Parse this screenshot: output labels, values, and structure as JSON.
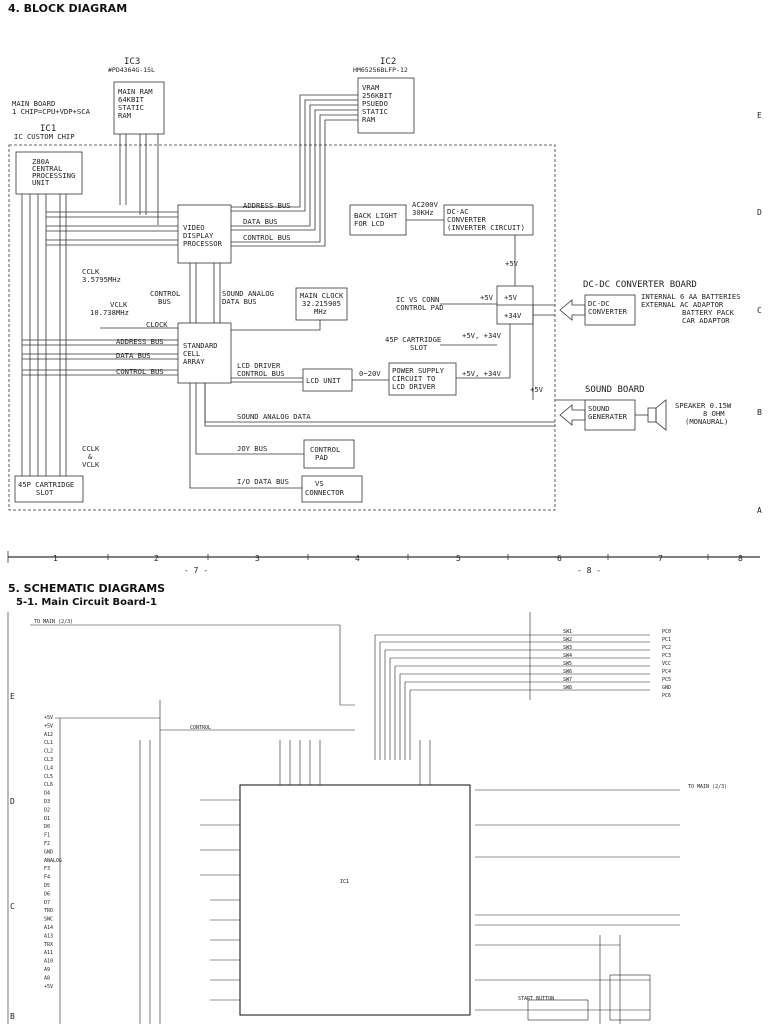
{
  "section4": {
    "title": "4. BLOCK DIAGRAM"
  },
  "section5": {
    "title": "5. SCHEMATIC DIAGRAMS",
    "subtitle": "5-1. Main Circuit Board-1"
  },
  "block_diagram": {
    "ic3": {
      "title": "IC3",
      "part": "#PD4364G-15L",
      "lines": [
        "MAIN RAM",
        "64KBIT",
        "STATIC",
        "RAM"
      ]
    },
    "ic2": {
      "title": "IC2",
      "part": "HM65256BLFP-12",
      "lines": [
        "VRAM",
        "256KBIT",
        "PSUEDO",
        "STATIC",
        "RAM"
      ]
    },
    "main_board": [
      "MAIN BOARD",
      "1 CHIP=CPU+VDP+SCA"
    ],
    "ic1": {
      "title": "IC1",
      "subtitle": "IC CUSTOM CHIP"
    },
    "cpu": [
      "Z80A",
      "CENTRAL",
      "PROCESSING",
      "UNIT"
    ],
    "vdp": [
      "VIDEO",
      "DISPLAY",
      "PROCESSOR"
    ],
    "sca": [
      "STANDARD",
      "CELL",
      "ARRAY"
    ],
    "bus_labels": {
      "address_top": "ADDRESS BUS",
      "data_top": "DATA BUS",
      "control_top": "CONTROL BUS",
      "address_left": "ADDRESS BUS",
      "data_left": "DATA BUS",
      "control_left": "CONTROL BUS",
      "control_bus": [
        "CONTROL",
        "BUS"
      ],
      "sound_analog": [
        "SOUND ANALOG",
        "DATA BUS"
      ],
      "clock": "CLOCK",
      "lcd_driver_control": [
        "LCD DRIVER",
        "CONTROL BUS"
      ],
      "sound_analog_data": "SOUND ANALOG DATA",
      "joy_bus": "JOY BUS",
      "io_data_bus": "I/O DATA BUS"
    },
    "cclk": [
      "CCLK",
      "3.5795MHz"
    ],
    "vclk": [
      "VCLK",
      "10.738MHz"
    ],
    "cclk_vclk": [
      "CCLK",
      "&",
      "VCLK"
    ],
    "main_clock": [
      "MAIN CLOCK",
      "32.215905",
      "MHz"
    ],
    "backlight": [
      "BACK LIGHT",
      "FOR LCD"
    ],
    "ac200v": [
      "AC200V",
      "30KHz"
    ],
    "dcac": [
      "DC-AC",
      "CONVERTER",
      "(INVERTER CIRCUIT)"
    ],
    "plus5v": "+5V",
    "ic_vs_conn": [
      "IC VS CONN",
      "CONTROL PAD"
    ],
    "cartridge_slot_right": [
      "45P CARTRIDGE",
      "SLOT"
    ],
    "v5_34": "+5V, +34V",
    "box_5v": "+5V",
    "box_34v": "+34V",
    "lcd_unit": "LCD UNIT",
    "v0_20": "0~20V",
    "power_supply": [
      "POWER SUPPLY",
      "CIRCUIT TO",
      "LCD DRIVER"
    ],
    "dcdc_board": "DC-DC CONVERTER BOARD",
    "dcdc": [
      "DC-DC",
      "CONVERTER"
    ],
    "internal": "INTERNAL 6 AA BATTERIES",
    "external": [
      "EXTERNAL AC ADAPTOR",
      "BATTERY PACK",
      "CAR ADAPTOR"
    ],
    "sound_board": "SOUND BOARD",
    "sound_gen": [
      "SOUND",
      "GENERATER"
    ],
    "speaker": [
      "SPEAKER 0.15W",
      "8 OHM",
      "(MONAURAL)"
    ],
    "control_pad": [
      "CONTROL",
      "PAD"
    ],
    "vs_connector": [
      "VS",
      "CONNECTOR"
    ],
    "cartridge_slot_left": [
      "45P CARTRIDGE",
      "SLOT"
    ]
  },
  "grid": {
    "columns": [
      "1",
      "2",
      "3",
      "4",
      "5",
      "6",
      "7",
      "8"
    ],
    "rows_top": [
      "E",
      "D",
      "C",
      "B",
      "A"
    ],
    "rows_bottom": [
      "E",
      "D",
      "C",
      "B"
    ],
    "page_left": "- 7 -",
    "page_right": "- 8 -"
  },
  "schematic": {
    "to_main_top": "TO MAIN (2/3)",
    "control": "CONTROL",
    "to_main_right": "TO MAIN (2/3)",
    "ic_label": "IC1",
    "switches": [
      "SW1",
      "SW2",
      "SW3",
      "SW4",
      "SW5",
      "SW6",
      "SW7",
      "SW8"
    ],
    "left_pins": [
      "+5V",
      "+5V",
      "A12",
      "CL1",
      "CL2",
      "CL3",
      "CL4",
      "CL5",
      "CL6",
      "D4",
      "D3",
      "D2",
      "D1",
      "D0",
      "F1",
      "F2",
      "GND",
      "ANALOG",
      "F3",
      "F4",
      "D5",
      "D6",
      "D7",
      "TRO",
      "SNC",
      "A14",
      "A13",
      "TRX",
      "A11",
      "A10",
      "A9",
      "A8",
      "+5V"
    ],
    "right_pins": [
      "PC0",
      "PC1",
      "PC2",
      "PC3",
      "VCC",
      "PC4",
      "PC5",
      "GND",
      "PC6"
    ],
    "start_button": "START BUTTON"
  }
}
